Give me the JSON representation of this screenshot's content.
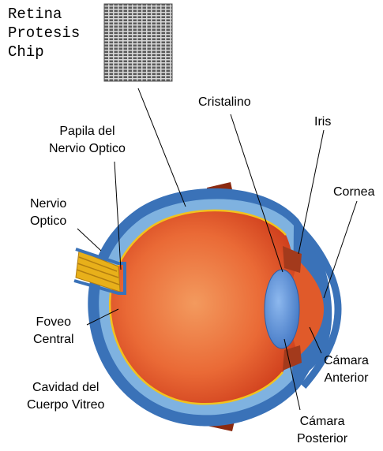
{
  "labels": {
    "chip": [
      "Retina",
      "Protesis",
      "Chip"
    ],
    "papila": [
      "Papila del",
      "Nervio Optico"
    ],
    "cristalino": "Cristalino",
    "iris": "Iris",
    "cornea": "Cornea",
    "nervio": [
      "Nervio",
      "Optico"
    ],
    "foveo": [
      "Foveo",
      "Central"
    ],
    "camara_anterior": [
      "Cámara",
      "Anterior"
    ],
    "cavidad": [
      "Cavidad del",
      "Cuerpo Vitreo"
    ],
    "camara_posterior": [
      "Cámara",
      "Posterior"
    ]
  },
  "colors": {
    "sclera": "#3a72b8",
    "sclera_light": "#7fb2e0",
    "vitreous": "#e2562a",
    "vitreous_center": "#f08a52",
    "retina_line": "#f2c21e",
    "lens": "#5b8fd6",
    "nerve": "#e8b01a",
    "muscle": "#8b2a10",
    "chip_grid": "#4a4a4a"
  }
}
